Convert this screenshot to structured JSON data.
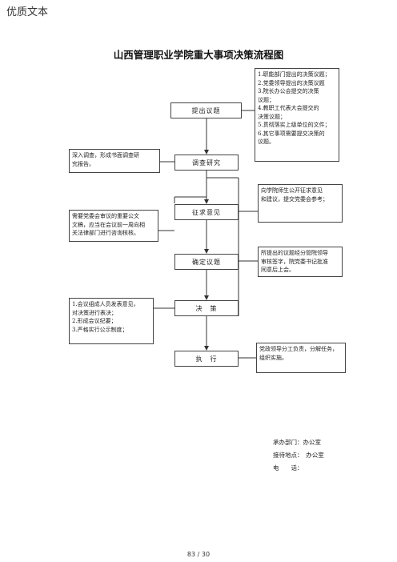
{
  "header": {
    "text": "优质文本"
  },
  "title": "山西管理职业学院重大事项决策流程图",
  "steps": {
    "propose": "提出议题",
    "research": "调查研究",
    "opinion": "征求意见",
    "confirm": "确定议题",
    "decide": "决　策",
    "execute": "执　行"
  },
  "notes": {
    "sources": [
      "1.职能部门提出的决策议题；",
      "2.党委领导提出的决策议题",
      "3.院长办公会提交的决策",
      "议题；",
      "4.教职工代表大会提交的",
      "决策议题；",
      "5.贯彻落实上级单位的文件；",
      "6.其它事项需要提交决策的",
      "议题。"
    ],
    "research": [
      "深入调查，形成书面调查研",
      "究报告。"
    ],
    "opinion": [
      "向学院师生公开征求意见",
      "和建议，提交党委会参考；"
    ],
    "legal": [
      "需要党委会审议的重要公文",
      "文稿，应当在会议前一周向相",
      "关法律部门进行咨询核核。"
    ],
    "confirm": [
      "所提出的议题经分管院领导",
      "审核签字，院党委书记批准",
      "同意后上会。"
    ],
    "decide": [
      "1.会议组成人员发表意见，",
      "对决策进行表决；",
      "2.形成会议纪要；",
      "3.严格实行公示制度；"
    ],
    "execute": [
      "党政领导分工负责，分解任务，",
      "组织实施。"
    ]
  },
  "footer": {
    "dept": "承办部门：办公室",
    "place": "接待地点：　办公室",
    "phone": "电　　话："
  },
  "page_number": "83 / 30"
}
